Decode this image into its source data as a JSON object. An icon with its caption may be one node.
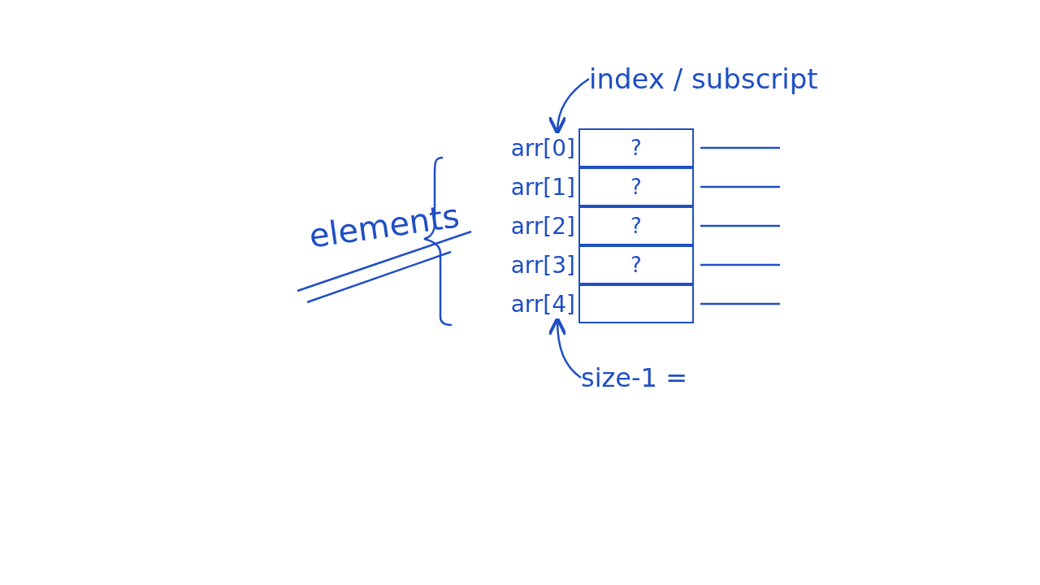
{
  "diagram": {
    "nodes": [
      {
        "text": [
          "index / subscript"
        ]
      },
      {
        "text": [
          "arr[0]"
        ]
      },
      {
        "text": [
          "arr[1]"
        ]
      },
      {
        "text": [
          "arr[2]"
        ]
      },
      {
        "text": [
          "arr[3]"
        ]
      },
      {
        "text": [
          "arr[4]"
        ]
      },
      {
        "text": [
          "?"
        ]
      },
      {
        "text": [
          "?"
        ]
      },
      {
        "text": [
          "?"
        ]
      },
      {
        "text": [
          "?"
        ]
      },
      {
        "text": [],
        "shape": "box"
      },
      {
        "text": [
          "size-1 ="
        ]
      }
    ],
    "edges": [
      {
        "from": 0,
        "to": 1,
        "arrow": "to"
      },
      {
        "from": 11,
        "to": 5,
        "arrow": "to"
      }
    ],
    "labels": [
      "elements"
    ]
  }
}
